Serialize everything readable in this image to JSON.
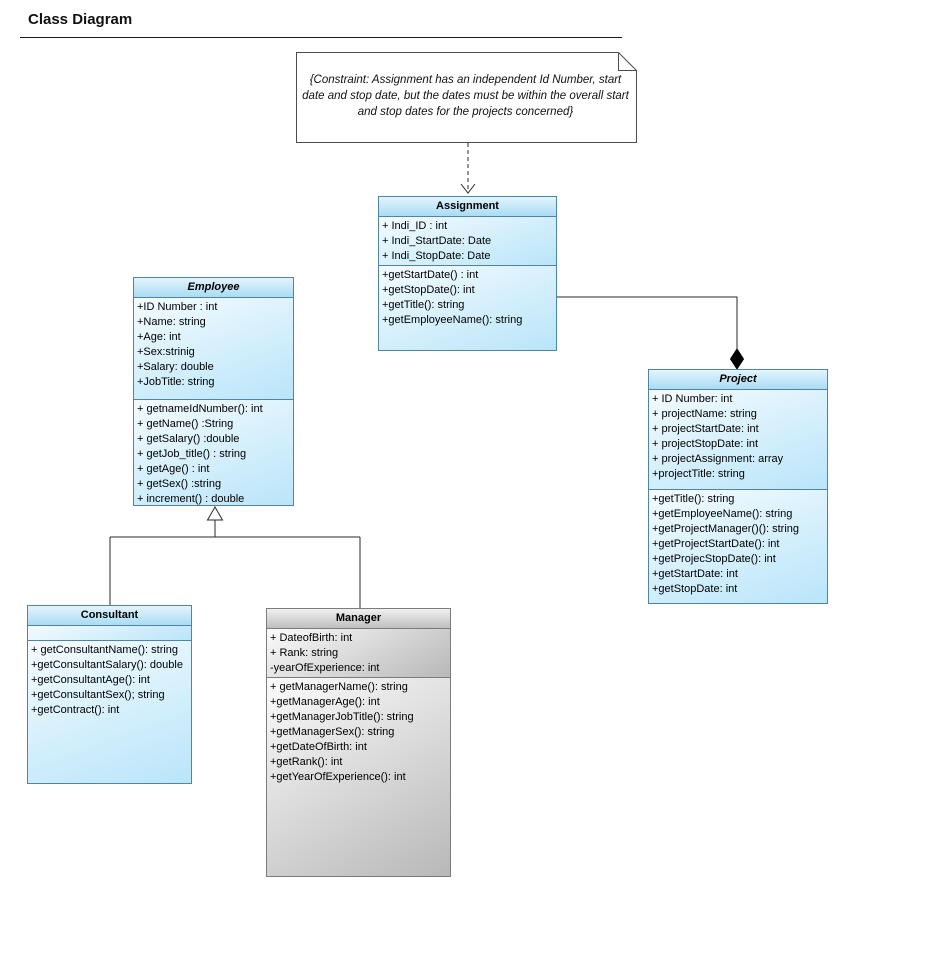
{
  "page": {
    "title": "Class Diagram"
  },
  "note": {
    "text": "{Constraint: Assignment has an independent Id Number, start date and stop date, but the dates must be within the overall start and stop dates for the projects concerned}"
  },
  "colors": {
    "class_border_blue": "#4f84a4",
    "class_fill_blue": "#c5e9fb",
    "class_border_gray": "#7c7c7c",
    "class_fill_gray": "#c9c9c9",
    "connector_line": "#2a2a2a"
  },
  "classes": {
    "assignment": {
      "name": "Assignment",
      "attributes": [
        "+ Indi_ID : int",
        "+ Indi_StartDate: Date",
        "+ Indi_StopDate: Date"
      ],
      "methods": [
        "+getStartDate() : int",
        "+getStopDate(): int",
        "+getTitle(): string",
        "+getEmployeeName(): string"
      ]
    },
    "employee": {
      "name": "Employee",
      "attributes": [
        "+ID Number : int",
        "+Name: string",
        "+Age: int",
        "+Sex:strinig",
        "+Salary: double",
        "+JobTitle: string"
      ],
      "methods": [
        "+ getnameIdNumber(): int",
        "+ getName() :String",
        "+ getSalary() :double",
        "+ getJob_title() : string",
        "+ getAge() : int",
        "+ getSex() :string",
        "+ increment() : double"
      ]
    },
    "project": {
      "name": "Project",
      "attributes": [
        "+ ID Number: int",
        "+ projectName: string",
        "+ projectStartDate: int",
        "+ projectStopDate: int",
        "+ projectAssignment: array",
        "+projectTitle: string"
      ],
      "methods": [
        "+getTitle(): string",
        "+getEmployeeName(): string",
        "+getProjectManager()(): string",
        "+getProjectStartDate(): int",
        "+getProjecStopDate(): int",
        "+getStartDate: int",
        "+getStopDate: int"
      ]
    },
    "consultant": {
      "name": "Consultant",
      "attributes": [],
      "methods": [
        "+ getConsultantName(): string",
        "+getConsultantSalary(): double",
        "+getConsultantAge(): int",
        "+getConsultantSex(); string",
        "+getContract(): int"
      ]
    },
    "manager": {
      "name": "Manager",
      "attributes": [
        "+ DateofBirth: int",
        "+ Rank: string",
        "-yearOfExperience: int"
      ],
      "methods": [
        "+ getManagerName(): string",
        "+getManagerAge(): int",
        "+getManagerJobTitle(): string",
        "+getManagerSex(): string",
        "+getDateOfBirth: int",
        "+getRank(): int",
        "+getYearOfExperience(): int"
      ]
    }
  },
  "relationships": [
    {
      "type": "note-anchor",
      "from": "constraint-note",
      "to": "Assignment",
      "line": "dashed-open-arrow"
    },
    {
      "type": "composition",
      "whole": "Project",
      "part": "Assignment",
      "marker": "filled-diamond"
    },
    {
      "type": "generalization",
      "parent": "Employee",
      "children": [
        "Consultant",
        "Manager"
      ],
      "marker": "hollow-triangle"
    }
  ]
}
